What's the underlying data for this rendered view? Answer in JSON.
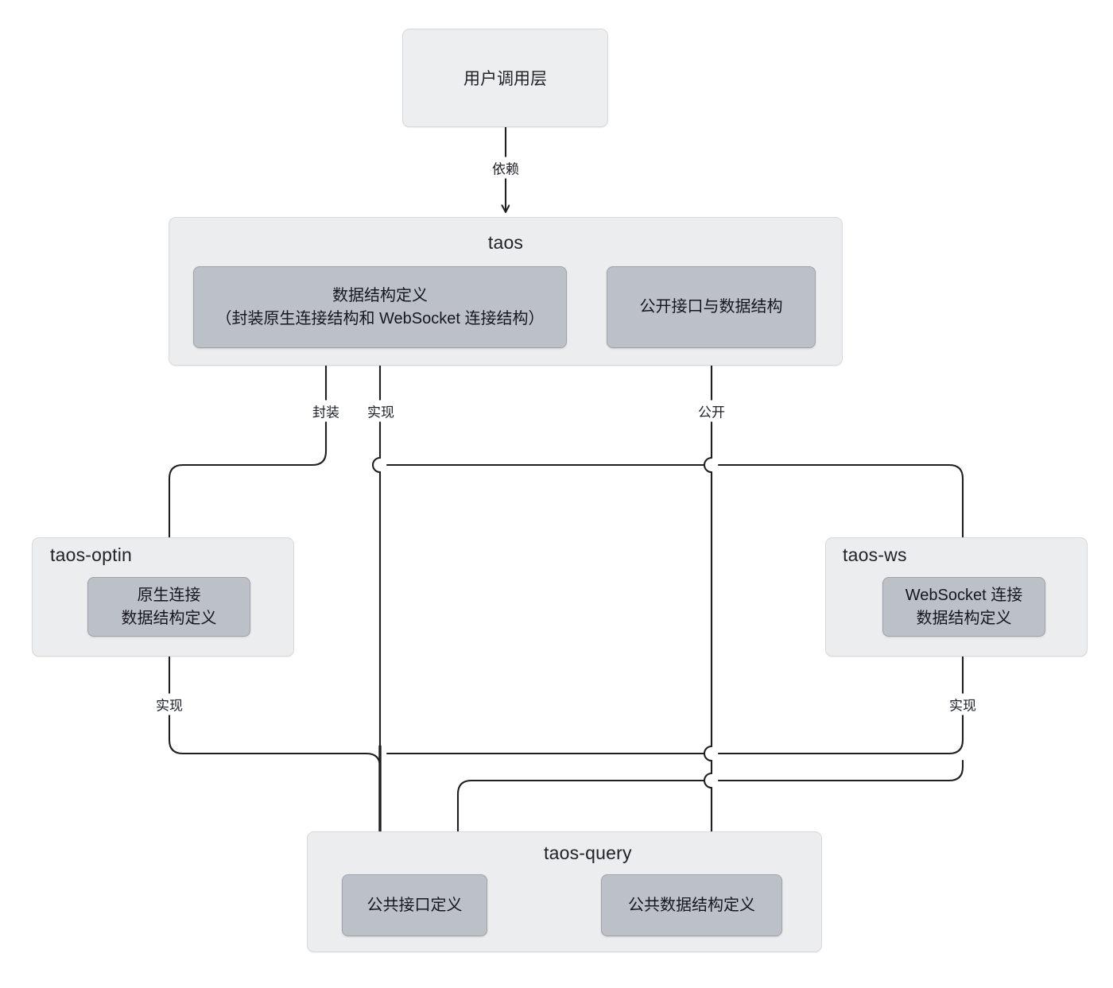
{
  "diagram": {
    "title": "taos module dependency diagram",
    "colors": {
      "group_bg": "#ecedef",
      "group_border": "#d7d9dc",
      "node_bg": "#bcc0c7",
      "node_border": "#9ea3ab",
      "edge": "#1f1f1f",
      "page_bg": "#ffffff"
    },
    "nodes": {
      "user_layer": {
        "label": "用户调用层"
      },
      "taos_group": {
        "title": "taos"
      },
      "taos_struct": {
        "line1": "数据结构定义",
        "line2": "（封装原生连接结构和 WebSocket 连接结构）"
      },
      "taos_public": {
        "line1": "公开接口与数据结构"
      },
      "optin_group": {
        "title": "taos-optin"
      },
      "optin_struct": {
        "line1": "原生连接",
        "line2": "数据结构定义"
      },
      "ws_group": {
        "title": "taos-ws"
      },
      "ws_struct": {
        "line1": "WebSocket 连接",
        "line2": "数据结构定义"
      },
      "query_group": {
        "title": "taos-query"
      },
      "query_interface": {
        "line1": "公共接口定义"
      },
      "query_struct": {
        "line1": "公共数据结构定义"
      }
    },
    "edge_labels": {
      "dependency": "依赖",
      "encapsulate": "封装",
      "implement_mid": "实现",
      "publish": "公开",
      "implement_left": "实现",
      "implement_right": "实现"
    }
  }
}
